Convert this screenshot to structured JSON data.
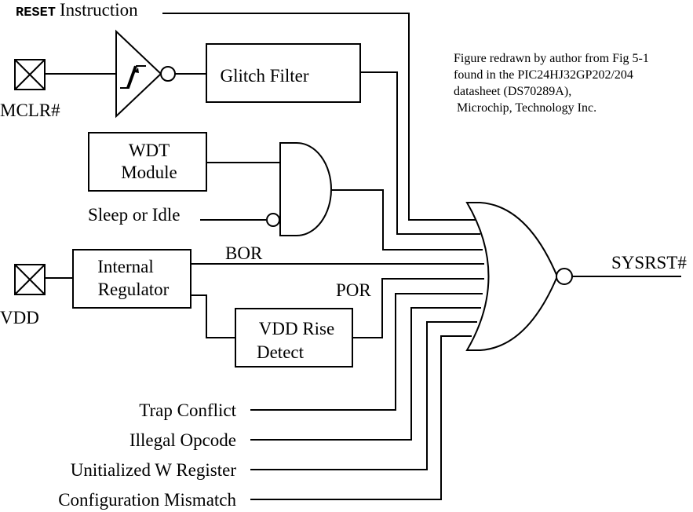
{
  "inputs": {
    "reset_keyword": "RESET",
    "reset_rest": "Instruction",
    "mclr": "MCLR#",
    "vdd": "VDD",
    "sleep_idle": "Sleep or Idle",
    "trap_conflict": "Trap Conflict",
    "illegal_opcode": "Illegal Opcode",
    "uninit_w": "Unitialized W Register",
    "config_mismatch": "Configuration Mismatch"
  },
  "blocks": {
    "glitch_filter": "Glitch Filter",
    "wdt_line1": "WDT",
    "wdt_line2": "Module",
    "regulator_line1": "Internal",
    "regulator_line2": "Regulator",
    "vdd_rise_line1": "VDD Rise",
    "vdd_rise_line2": "Detect"
  },
  "signals": {
    "bor": "BOR",
    "por": "POR",
    "sysrst": "SYSRST#"
  },
  "caption": {
    "line1": "Figure redrawn by author from Fig 5-1",
    "line2": "found in the PIC24HJ32GP202/204",
    "line3": "datasheet (DS70289A),",
    "line4": " Microchip, Technology Inc."
  }
}
